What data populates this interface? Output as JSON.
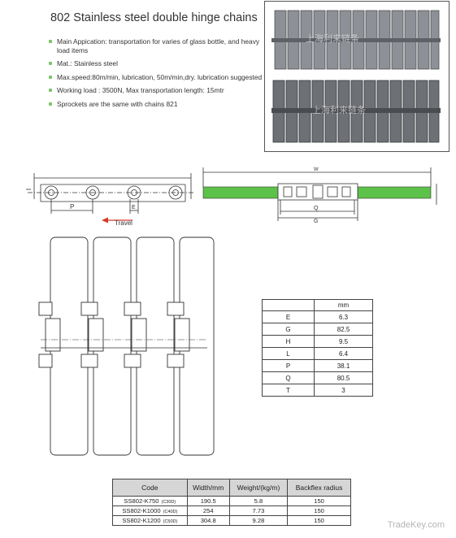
{
  "title": "802 Stainless steel double hinge chains",
  "bullets": [
    "Main Appication: transportation for varies of glass bottle, and heavy load items",
    "Mat.: Stainless steel",
    "Max.speed:80m/min, lubrication, 50m/min,dry. lubrication suggested",
    "Working load : 3500N, Max transportation length: 15mtr",
    "Sprockets are the same with chains 821"
  ],
  "photo_caption": "上海利来链条",
  "diagram_labels": {
    "p": "P",
    "e": "E",
    "w": "W",
    "q": "Q",
    "g": "G",
    "travel": "Travel"
  },
  "dims_table": {
    "unit": "mm",
    "rows": [
      {
        "k": "E",
        "v": "6.3"
      },
      {
        "k": "G",
        "v": "82.5"
      },
      {
        "k": "H",
        "v": "9.5"
      },
      {
        "k": "L",
        "v": "6.4"
      },
      {
        "k": "P",
        "v": "38.1"
      },
      {
        "k": "Q",
        "v": "80.5"
      },
      {
        "k": "T",
        "v": "3"
      }
    ]
  },
  "spec_table": {
    "headers": [
      "Code",
      "Width/mm",
      "Weight/(kg/m)",
      "Backflex radius"
    ],
    "rows": [
      {
        "code": "SS802-K750",
        "sub": "(C30D)",
        "width": "190.5",
        "weight": "5.8",
        "radius": "150"
      },
      {
        "code": "SS802-K1000",
        "sub": "(C40D)",
        "width": "254",
        "weight": "7.73",
        "radius": "150"
      },
      {
        "code": "SS802-K1200",
        "sub": "(C50D)",
        "width": "304.8",
        "weight": "9.28",
        "radius": "150"
      }
    ]
  },
  "watermark": "TradeKey.com",
  "colors": {
    "accent_green": "#5dc24a",
    "bullet_green": "#7cc36a",
    "header_grey": "#d6d6d6"
  }
}
